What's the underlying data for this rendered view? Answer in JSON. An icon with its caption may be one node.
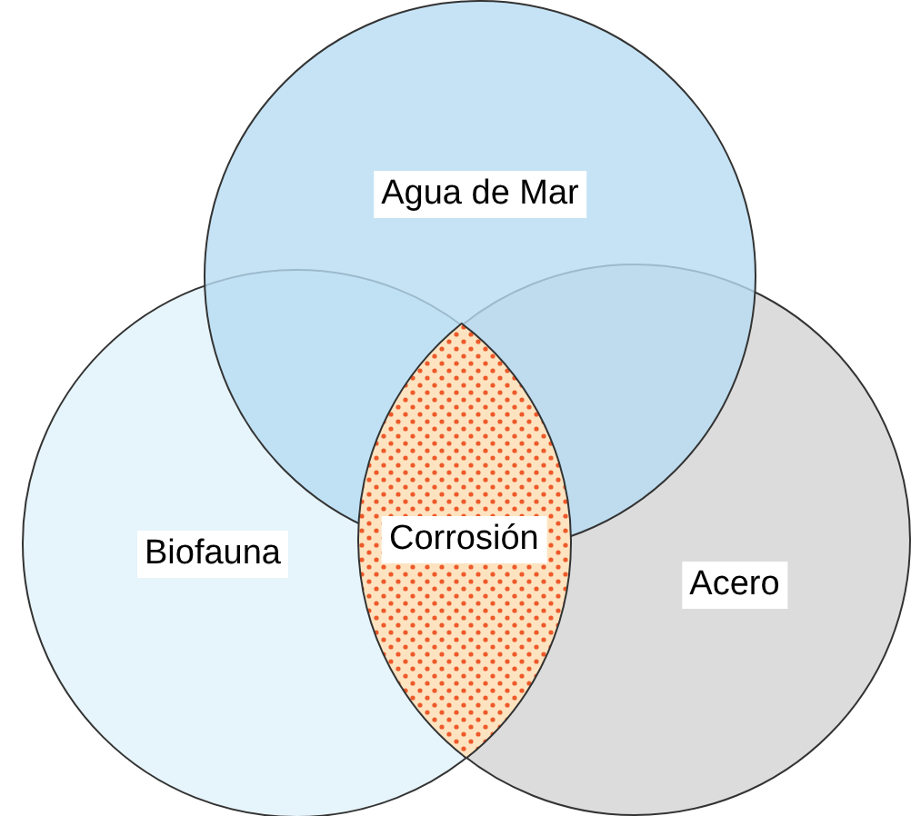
{
  "diagram": {
    "nodes": [
      {
        "text": [
          "Agua de Mar"
        ]
      },
      {
        "text": [
          "Biofauna"
        ]
      },
      {
        "text": [
          "Acero"
        ]
      },
      {
        "text": [
          "Corrosión"
        ]
      }
    ]
  }
}
